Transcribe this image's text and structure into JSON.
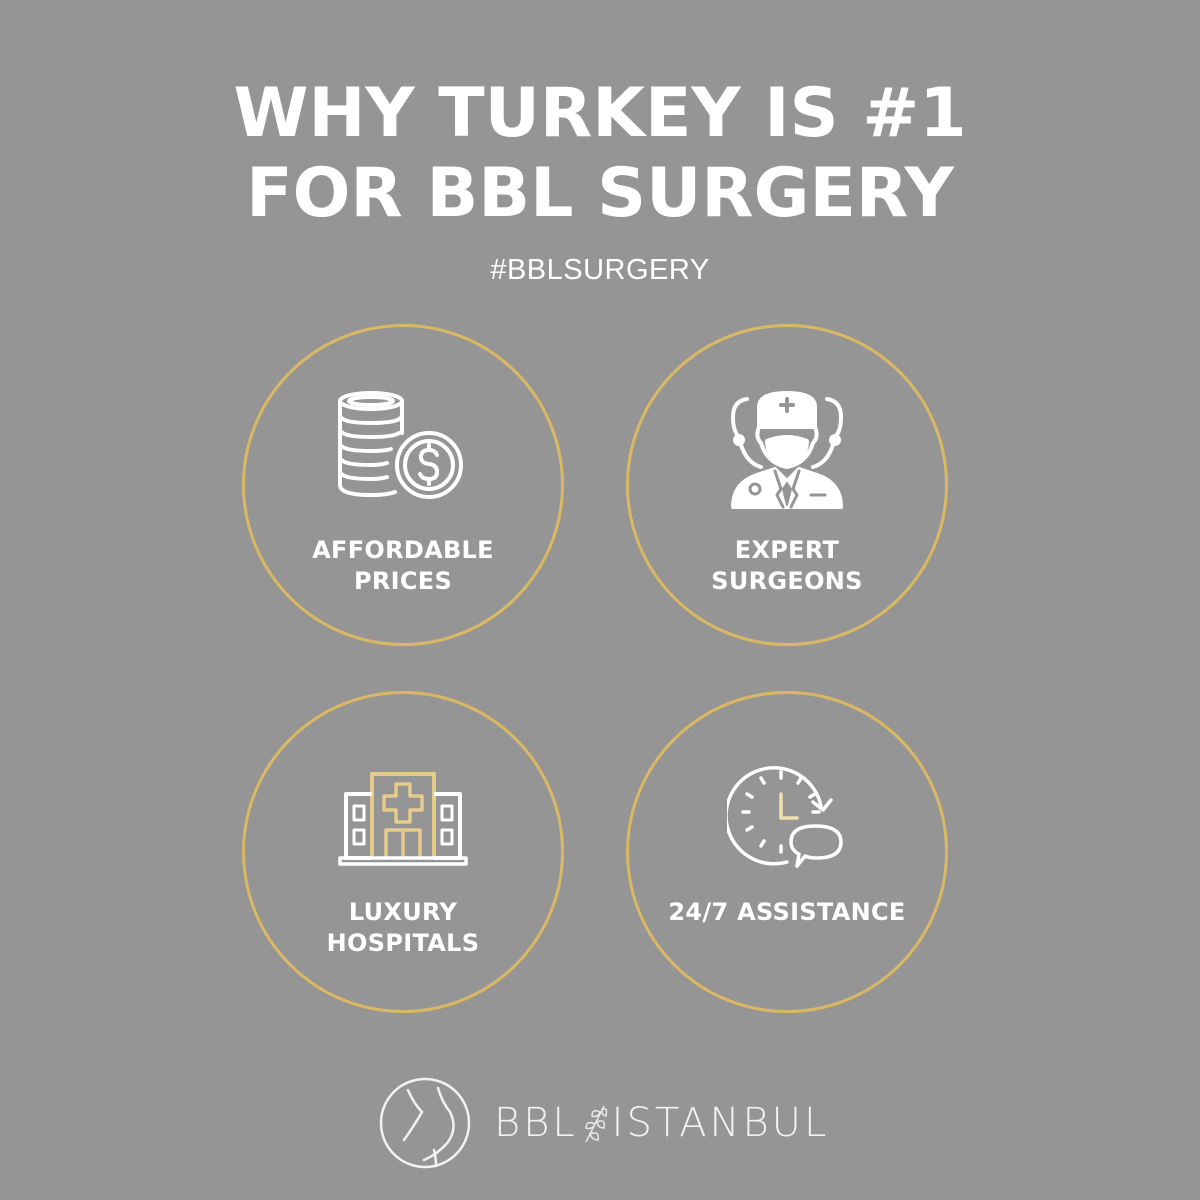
{
  "header": {
    "title_line1": "WHY TURKEY IS #1",
    "title_line2": "FOR BBL SURGERY",
    "hashtag": "#BBLSURGERY"
  },
  "features": [
    {
      "icon": "coins-dollar-icon",
      "label_line1": "AFFORDABLE",
      "label_line2": "PRICES"
    },
    {
      "icon": "surgeon-doctor-icon",
      "label_line1": "EXPERT",
      "label_line2": "SURGEONS"
    },
    {
      "icon": "hospital-building-icon",
      "label_line1": "LUXURY",
      "label_line2": "HOSPITALS"
    },
    {
      "icon": "clock-chat-icon",
      "label_line1": "24/7 ASSISTANCE",
      "label_line2": ""
    }
  ],
  "footer": {
    "brand_left": "BBL",
    "brand_right": "ISTANBUL",
    "logo_icon": "body-silhouette-circle-icon",
    "separator_icon": "olive-leaf-icon"
  },
  "colors": {
    "background": "#959595",
    "ring_gold": "#d9b865",
    "text": "#ffffff"
  }
}
